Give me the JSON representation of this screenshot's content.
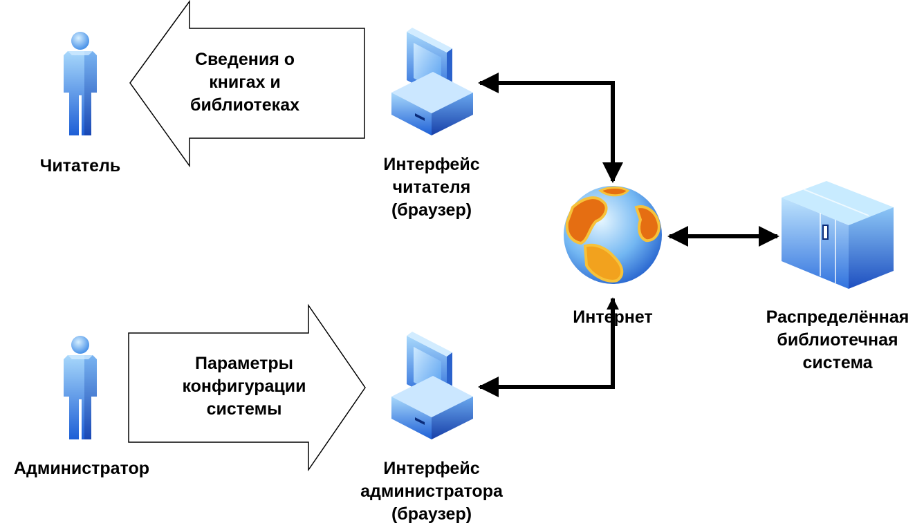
{
  "nodes": {
    "reader": {
      "label": "Читатель",
      "icon": "person-icon"
    },
    "administrator": {
      "label": "Администратор",
      "icon": "person-icon"
    },
    "reader_interface": {
      "label_lines": [
        "Интерфейс",
        "читателя",
        "(браузер)"
      ],
      "icon": "computer-icon"
    },
    "admin_interface": {
      "label_lines": [
        "Интерфейс",
        "администратора",
        "(браузер)"
      ],
      "icon": "computer-icon"
    },
    "internet": {
      "label": "Интернет",
      "icon": "globe-icon"
    },
    "library_system": {
      "label_lines": [
        "Распределённая",
        "библиотечная",
        "система"
      ],
      "icon": "server-icon"
    }
  },
  "flows": {
    "to_reader": {
      "label_lines": [
        "Сведения о",
        "книгах и",
        "библиотеках"
      ]
    },
    "from_admin": {
      "label_lines": [
        "Параметры",
        "конфигурации",
        "системы"
      ]
    }
  },
  "colors": {
    "icon_blue_light": "#9ed0f6",
    "icon_blue_dark": "#1e63d6",
    "globe_orange": "#f08a1c",
    "connector": "#000000"
  }
}
